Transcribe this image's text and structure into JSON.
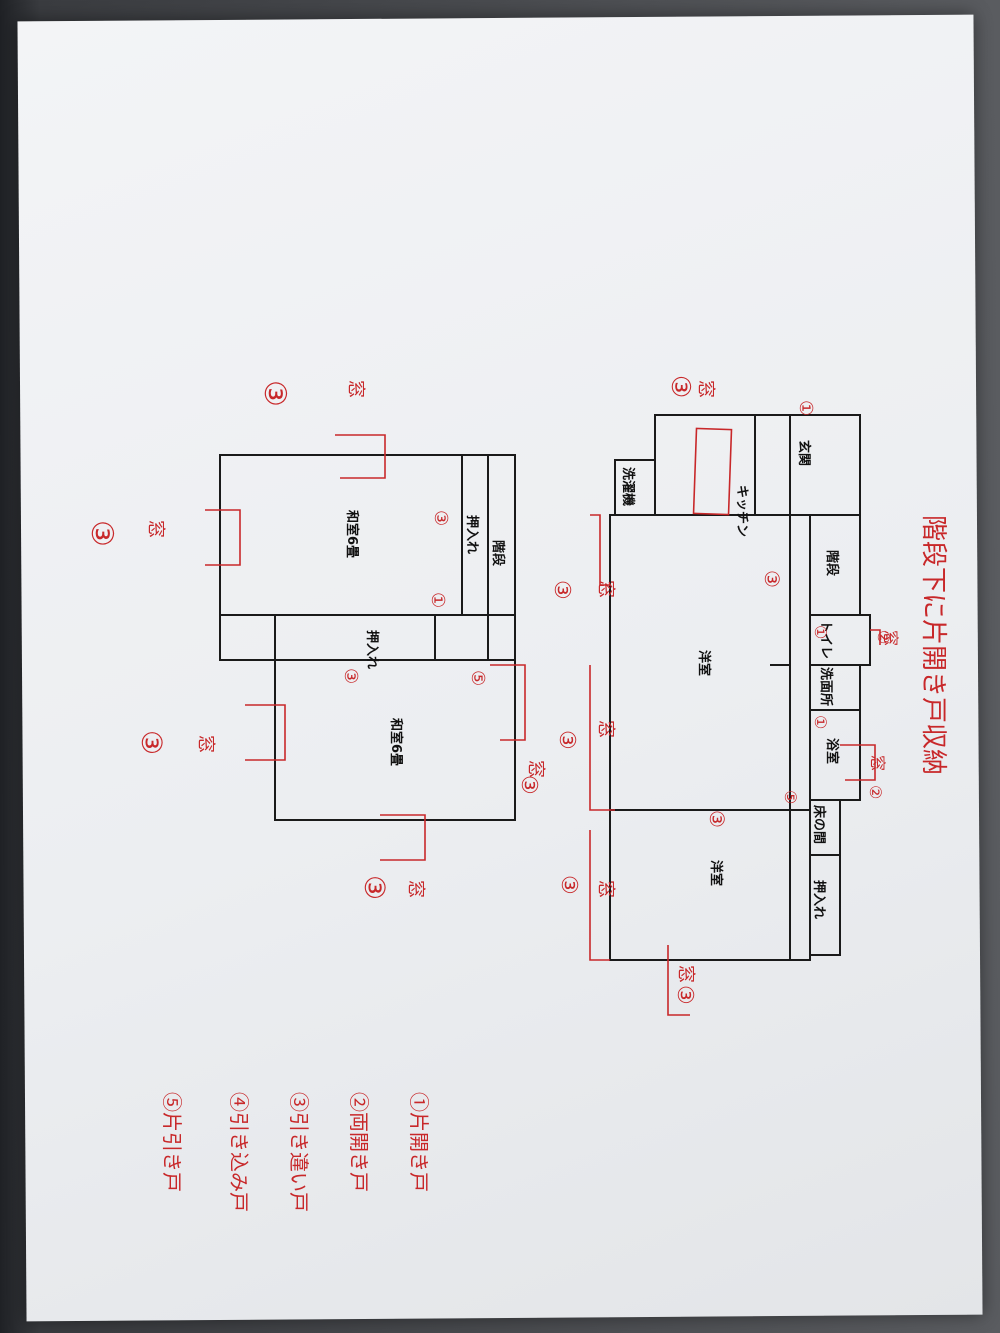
{
  "title": "階段下に片開き戸収納",
  "floor1": {
    "rooms": {
      "genkan": "玄関",
      "kitchen": "キッチン",
      "sentakuki": "洗濯機",
      "kaidan": "階段",
      "toilet": "トイレ",
      "senmenjo": "洗面所",
      "yokushitsu": "浴室",
      "toko": "床の間",
      "oshiire": "押入れ",
      "yoshitsu_large": "洋室",
      "yoshitsu_small": "洋室"
    }
  },
  "floor2": {
    "rooms": {
      "washitsu_top": "和室6畳",
      "washitsu_bottom": "和室6畳",
      "kaidan": "階段",
      "oshiire_top": "押入れ",
      "oshiire_mid": "押入れ"
    }
  },
  "annotations": {
    "window_word": "窓",
    "circled": {
      "n1": "①",
      "n2": "②",
      "n3": "③",
      "n4": "④",
      "n5": "⑤"
    }
  },
  "legend": [
    {
      "label": "①片開き戸"
    },
    {
      "label": "②両開き戸"
    },
    {
      "label": "③引き違い戸"
    },
    {
      "label": "④引き込み戸"
    },
    {
      "label": "⑤片引き戸"
    }
  ]
}
